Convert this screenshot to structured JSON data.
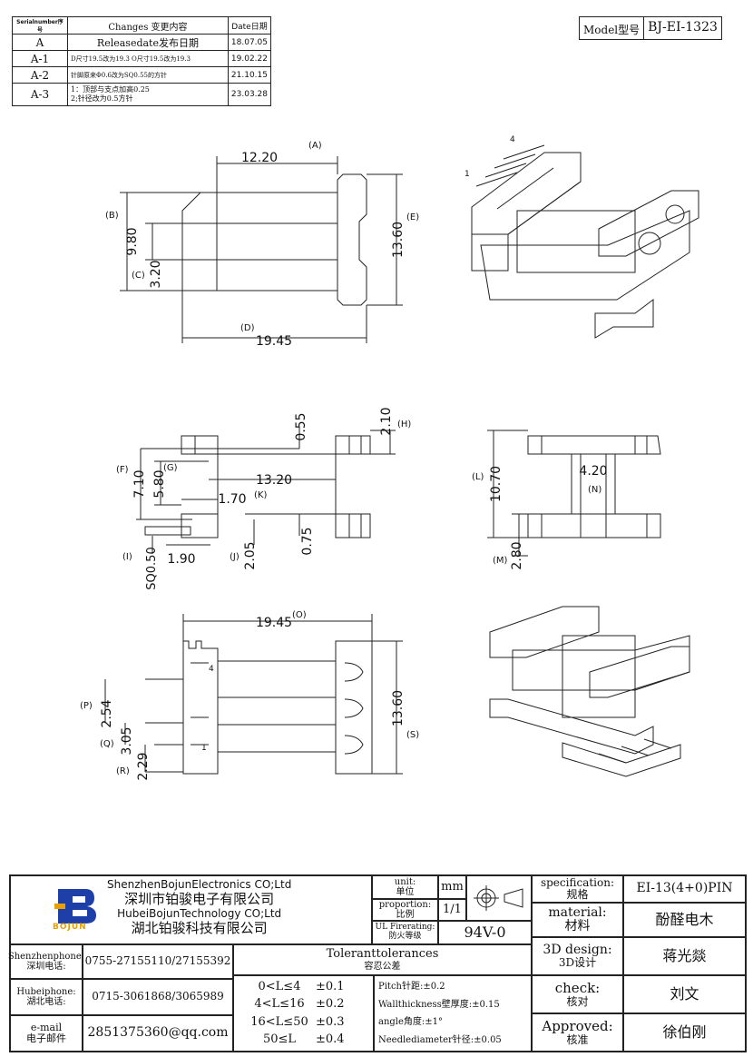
{
  "revision_table": {
    "header": {
      "serial": "Serialnumber序号",
      "changes": "Changes 变更内容",
      "date": "Date日期"
    },
    "rows": [
      {
        "serial": "A",
        "change": "Releasedate发布日期",
        "date": "18.07.05"
      },
      {
        "serial": "A-1",
        "change": "D尺寸19.5改为19.3 O尺寸19.5改为19.3",
        "date": "19.02.22"
      },
      {
        "serial": "A-2",
        "change": "针脚原来Φ0.6改为SQ0.55的方针",
        "date": "21.10.15"
      },
      {
        "serial": "A-3",
        "change_lines": [
          "1：顶部与支点加高0.25",
          "2;针径改为0.5方针"
        ],
        "date": "23.03.28"
      }
    ]
  },
  "model": {
    "label": "Model型号",
    "value": "BJ-EI-1323"
  },
  "drawing": {
    "top_view": {
      "a_dim": "12.20",
      "a_tag": "(A)",
      "b_dim": "9.80",
      "b_tag": "(B)",
      "c_dim": "3.20",
      "c_tag": "(C)",
      "e_dim": "13.60",
      "e_tag": "(E)",
      "d_dim": "19.45",
      "d_tag": "(D)"
    },
    "side_view": {
      "h_dim": "2.10",
      "h_tag": "(H)",
      "top_dim": "0.55",
      "f_dim": "7.10",
      "f_tag": "(F)",
      "g_dim": "5.80",
      "g_tag": "(G)",
      "k_dim": "13.20",
      "k_tag": "(K)",
      "dim_170": "1.70",
      "i_tag": "(I)",
      "sq": "SQ0.50",
      "dim_190": "1.90",
      "j_tag": "(J)",
      "j_dim": "2.05",
      "dim_075": "0.75"
    },
    "end_view": {
      "l_tag": "(L)",
      "l_dim": "10.70",
      "n_dim": "4.20",
      "n_tag": "(N)",
      "m_tag": "(M)",
      "m_dim": "2.80"
    },
    "bottom_view": {
      "o_dim": "19.45",
      "o_tag": "(O)",
      "p_tag": "(P)",
      "p_dim": "2.54",
      "q_tag": "(Q)",
      "q_dim": "3.05",
      "r_tag": "(R)",
      "r_dim": "2.29",
      "s_dim": "13.60",
      "s_tag": "(S)",
      "pin4": "4",
      "pin1": "1"
    },
    "iso_pins": {
      "p4": "4",
      "p1": "1"
    }
  },
  "title_block": {
    "company_en1": "ShenzhenBojunElectronics CO;Ltd",
    "company_cn1": "深圳市铂骏电子有限公司",
    "company_en2": "HubeiBojunTechnology CO;Ltd",
    "company_cn2": "湖北铂骏科技有限公司",
    "logo_text": "BOJUN",
    "unit_label": "unit:",
    "unit_label_cn": "单位",
    "unit_value": "mm",
    "proportion_label": "proportion:",
    "proportion_label_cn": "比例",
    "proportion_value": "1/1",
    "ul_label": "UL Firerating:",
    "ul_label_cn": "防火等级",
    "ul_value": "94V-0",
    "spec_label": "specification:",
    "spec_label_cn": "规格",
    "spec_value": "EI-13(4+0)PIN",
    "material_label": "material:",
    "material_label_cn": "材料",
    "material_value": "酚醛电木",
    "design_label": "3D design:",
    "design_label_cn": "3D设计",
    "design_value": "蒋光燚",
    "check_label": "check:",
    "check_label_cn": "核对",
    "check_value": "刘文",
    "approved_label": "Approved:",
    "approved_label_cn": "核准",
    "approved_value": "徐伯刚",
    "sz_phone_label": "Shenzhenphone:",
    "sz_phone_label_cn": "深圳电话:",
    "sz_phone": "0755-27155110/27155392",
    "hb_phone_label": "Hubeiphone:",
    "hb_phone_label_cn": "湖北电话:",
    "hb_phone": "0715-3061868/3065989",
    "email_label": "e-mail",
    "email_label_cn": "电子邮件",
    "email": "2851375360@qq.com",
    "tol_title": "Toleranttolerances",
    "tol_title_cn": "容忍公差",
    "tolerances": [
      {
        "range": "0<L≤4",
        "tol": "±0.1"
      },
      {
        "range": "4<L≤16",
        "tol": "±0.2"
      },
      {
        "range": "16<L≤50",
        "tol": "±0.3"
      },
      {
        "range": "50≤L",
        "tol": "±0.4"
      }
    ],
    "notes": [
      "Pitch针距:±0.2",
      "Wallthickness壁厚度:±0.15",
      "angle角度:±1°",
      "Needlediameter针径:±0.05"
    ]
  }
}
